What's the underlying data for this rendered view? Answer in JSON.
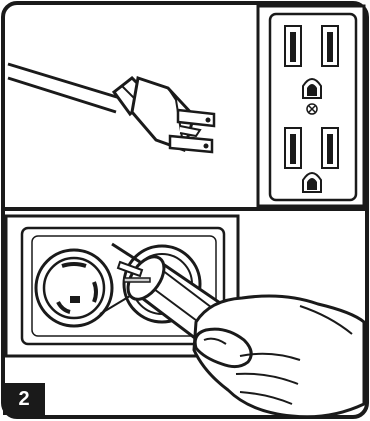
{
  "step": {
    "number": "2"
  },
  "colors": {
    "ink": "#1a1a1a",
    "paper": "#ffffff",
    "outlet_plate": "#e8e8e8",
    "shadow": "#cfcfcf"
  },
  "icons": [
    "power-cord-plug",
    "duplex-wall-outlet",
    "twist-lock-receptacle",
    "locking-plug",
    "hand"
  ]
}
